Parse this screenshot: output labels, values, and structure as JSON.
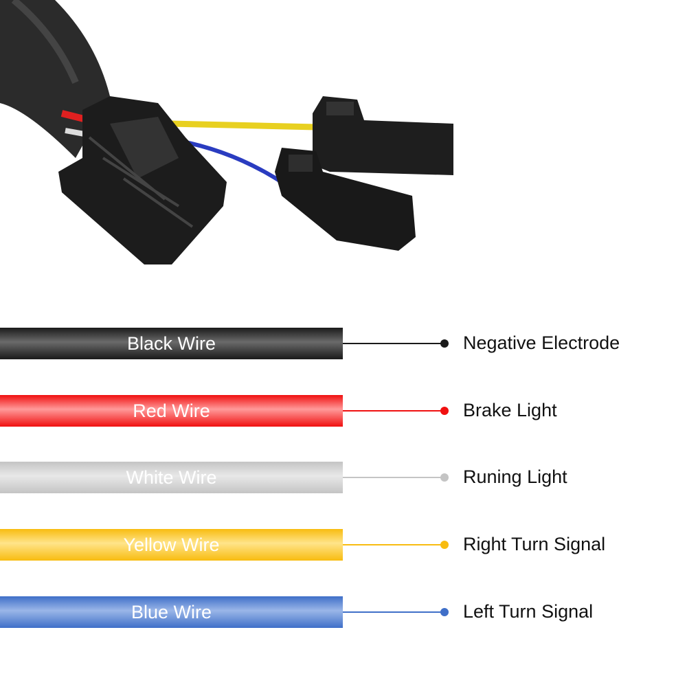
{
  "wires": [
    {
      "name": "Black Wire",
      "function": "Negative Electrode",
      "color": "#1a1a1a",
      "light": "#6a6a6a"
    },
    {
      "name": "Red Wire",
      "function": "Brake Light",
      "color": "#f01010",
      "light": "#ff9a9a"
    },
    {
      "name": "White Wire",
      "function": "Runing Light",
      "color": "#c4c4c4",
      "light": "#e8e8e8"
    },
    {
      "name": "Yellow Wire",
      "function": "Right Turn Signal",
      "color": "#f8bc10",
      "light": "#ffe48a"
    },
    {
      "name": "Blue Wire",
      "function": "Left Turn Signal",
      "color": "#3f6fc8",
      "light": "#9ab6e8"
    }
  ]
}
